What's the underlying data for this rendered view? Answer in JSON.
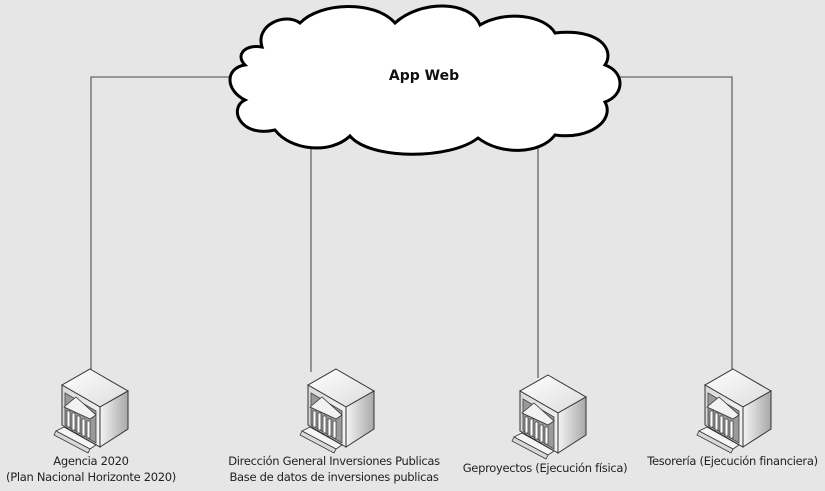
{
  "diagram": {
    "hub": {
      "label": "App Web",
      "shape": "cloud"
    },
    "nodes": [
      {
        "id": "agencia",
        "icon": "server-building-icon",
        "lines": [
          "Agencia 2020",
          "(Plan Nacional Horizonte 2020)"
        ]
      },
      {
        "id": "dgip",
        "icon": "server-building-icon",
        "lines": [
          "Dirección General Inversiones Publicas",
          "Base de datos de inversiones publicas"
        ]
      },
      {
        "id": "geproyectos",
        "icon": "server-building-icon",
        "lines": [
          "Geproyectos (Ejecución física)"
        ]
      },
      {
        "id": "tesoreria",
        "icon": "server-building-icon",
        "lines": [
          "Tesorería (Ejecución financiera)"
        ]
      }
    ],
    "connections": [
      {
        "from": "hub",
        "to": "agencia"
      },
      {
        "from": "hub",
        "to": "dgip"
      },
      {
        "from": "hub",
        "to": "geproyectos"
      },
      {
        "from": "hub",
        "to": "tesoreria"
      }
    ]
  }
}
